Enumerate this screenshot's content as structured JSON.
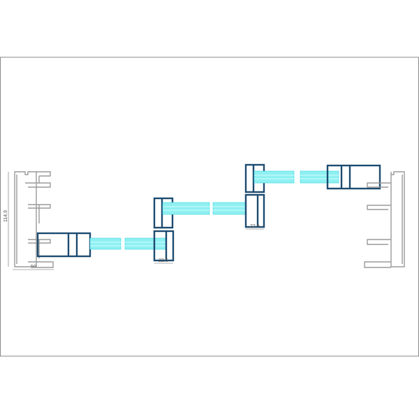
{
  "drawing": {
    "dimensions": {
      "frame_height": "114.9",
      "frame_width": "50",
      "interlock_left_width": "22.5",
      "interlock_right_width": "22.5"
    },
    "colors": {
      "frame": "#9a9a9a",
      "sash": "#1d4b70",
      "glass": "#8ff0f2"
    }
  }
}
